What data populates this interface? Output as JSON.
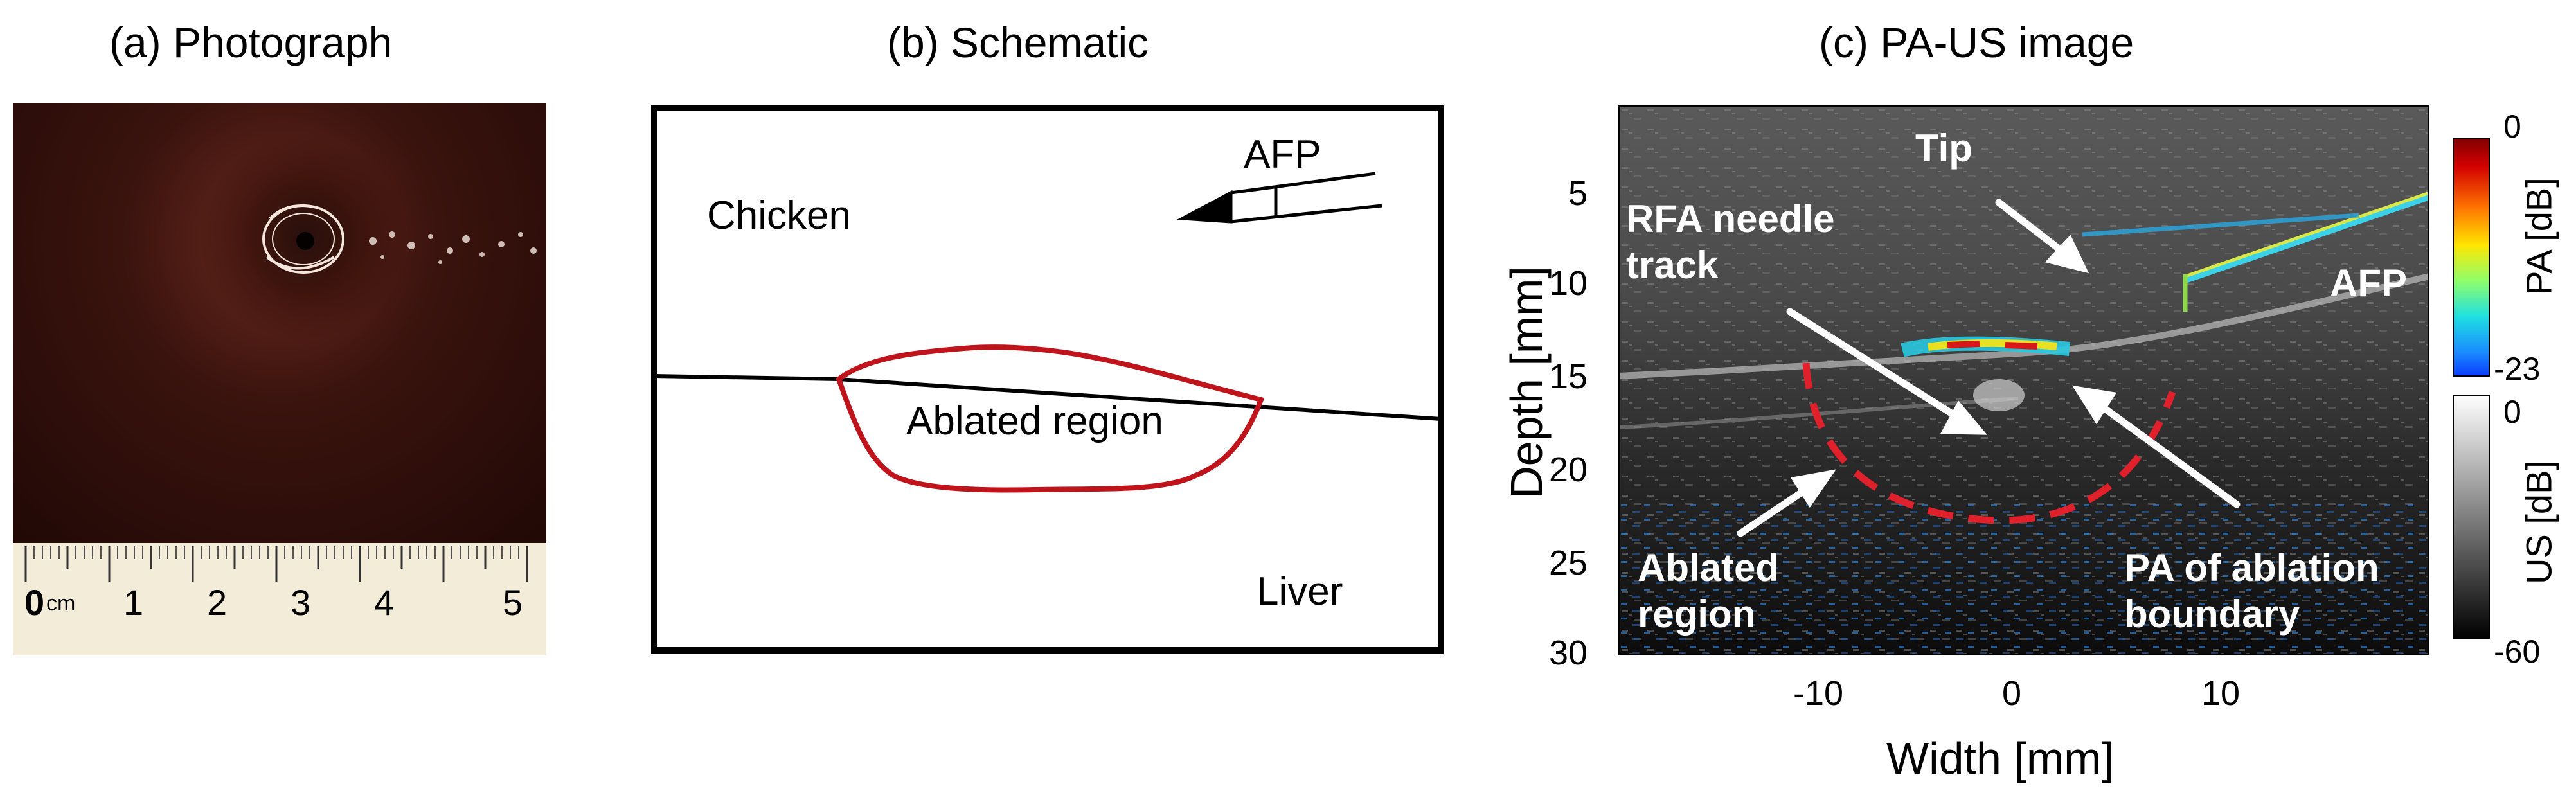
{
  "panels": {
    "a": {
      "title": "(a) Photograph"
    },
    "b": {
      "title": "(b) Schematic",
      "labels": {
        "chicken": "Chicken",
        "afp": "AFP",
        "ablated": "Ablated region",
        "liver": "Liver"
      }
    },
    "c": {
      "title": "(c) PA-US image",
      "annotations": {
        "tip": "Tip",
        "rfa_line1": "RFA needle",
        "rfa_line2": "track",
        "afp": "AFP",
        "ablated_line1": "Ablated",
        "ablated_line2": "region",
        "pa_line1": "PA of ablation",
        "pa_line2": "boundary"
      },
      "y_axis": {
        "label": "Depth [mm]",
        "ticks": [
          "5",
          "10",
          "15",
          "20",
          "25",
          "30"
        ]
      },
      "x_axis": {
        "label": "Width [mm]",
        "ticks": [
          "-10",
          "0",
          "10"
        ]
      },
      "colorbars": {
        "pa": {
          "label": "PA [dB]",
          "max": "0",
          "min": "-23"
        },
        "us": {
          "label": "US [dB]",
          "max": "0",
          "min": "-60"
        }
      }
    }
  },
  "ruler": {
    "unit": "cm",
    "labels": [
      "0",
      "1",
      "2",
      "3",
      "4",
      "5"
    ]
  },
  "colors": {
    "boundary": "#c0141c",
    "dashed": "#e0202a",
    "annotation": "#ffffff"
  }
}
